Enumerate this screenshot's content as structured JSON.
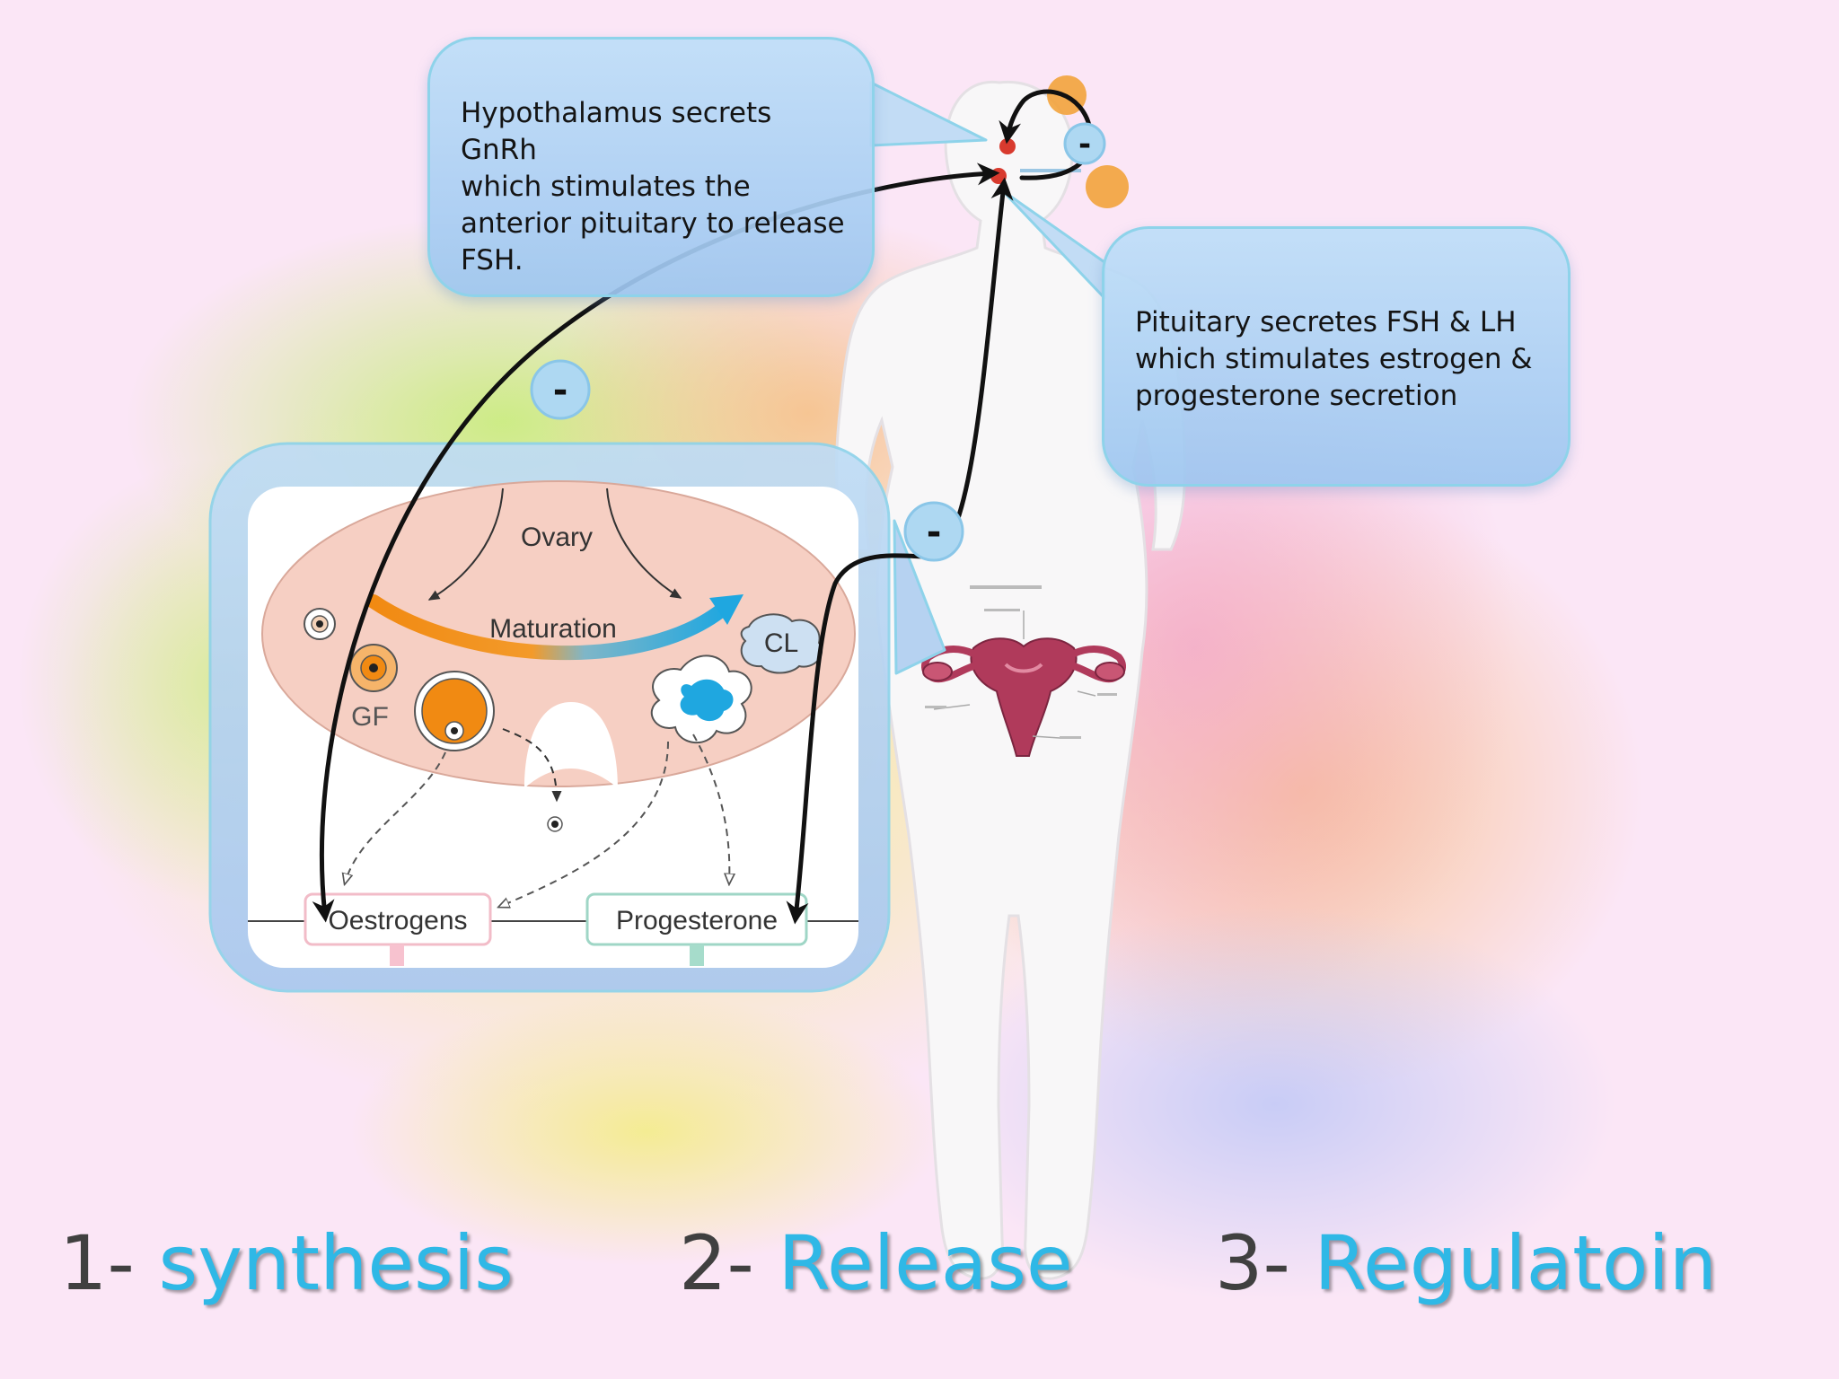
{
  "callouts": {
    "hypothalamus": {
      "lines": [
        "Hypothalamus secrets GnRh",
        "which stimulates the",
        "anterior pituitary to release",
        "FSH."
      ]
    },
    "pituitary": {
      "lines": [
        "Pituitary secretes FSH & LH",
        "which stimulates estrogen &",
        "progesterone secretion"
      ]
    }
  },
  "ovary_diagram": {
    "ovary_label": "Ovary",
    "maturation_label": "Maturation",
    "gf_label": "GF",
    "cl_label": "CL",
    "oestrogens_label": "Oestrogens",
    "progesterone_label": "Progesterone"
  },
  "feedback_signs": {
    "head": "-",
    "upper_arc": "-",
    "lower_arc": "-"
  },
  "steps": [
    {
      "number": "1-",
      "word": "synthesis"
    },
    {
      "number": "2-",
      "word": "Release"
    },
    {
      "number": "3-",
      "word": "Regulatoin"
    }
  ],
  "colors": {
    "background": "#fbe6f6",
    "accent_blue": "#2fb8e6",
    "ovary_fill": "#f6cfc3",
    "maturation_orange": "#f18a12",
    "maturation_blue": "#1fa7e0",
    "uterus": "#b03a5b"
  }
}
